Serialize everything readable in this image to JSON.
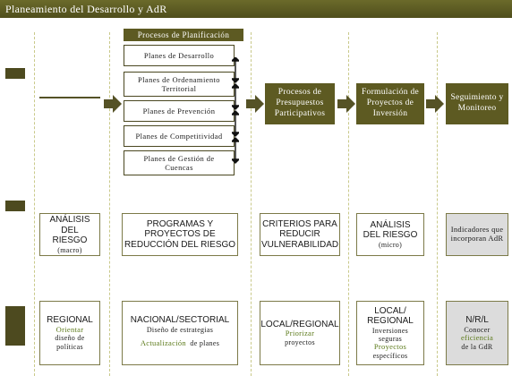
{
  "title": "Planeamiento del Desarrollo y AdR",
  "procesos_planificacion": {
    "header": "Procesos de Planificación",
    "planes": [
      "Planes de Desarrollo",
      "Planes de Ordenamiento Territorial",
      "Planes de Prevención",
      "Planes de Competitividad",
      "Planes de Gestión de Cuencas"
    ]
  },
  "procesos_presupuestos": "Procesos de Presupuestos Participativos",
  "formulacion": "Formulación de Proyectos de Inversión",
  "seguimiento": "Seguimiento y Monitoreo",
  "row2": {
    "analisis_macro": {
      "title": "ANÁLISIS DEL RIESGO",
      "sub": "(macro)"
    },
    "programas": {
      "title": "PROGRAMAS Y PROYECTOS DE REDUCCIÓN DEL RIESGO"
    },
    "criterios": {
      "title": "CRITERIOS PARA REDUCIR VULNERABILIDAD"
    },
    "analisis_micro": {
      "title": "ANÁLISIS DEL RIESGO",
      "sub": "(micro)"
    },
    "indicadores": {
      "title": "Indicadores que incorporan AdR"
    }
  },
  "row3": {
    "regional": {
      "title": "REGIONAL",
      "green": "Orientar",
      "sub": "diseño de políticas"
    },
    "nacional": {
      "title": "NACIONAL/SECTORIAL",
      "sub": "Diseño de estrategias",
      "green": "Actualización",
      "sub2": "de planes"
    },
    "local_regional": {
      "title": "LOCAL/REGIONAL",
      "green": "Priorizar",
      "sub": "proyectos"
    },
    "local_regional_2": {
      "title": "LOCAL/ REGIONAL",
      "sub": "Inversiones seguras",
      "green": "Proyectos",
      "sub2": "específicos"
    },
    "nrl": {
      "title": "N/R/L",
      "sub": "Conocer",
      "green": "eficiencia",
      "sub2": "de la GdR"
    }
  },
  "colors": {
    "olive": "#5d5a22",
    "green_text": "#5c7a1a",
    "grey_box": "#dcdcdc"
  }
}
